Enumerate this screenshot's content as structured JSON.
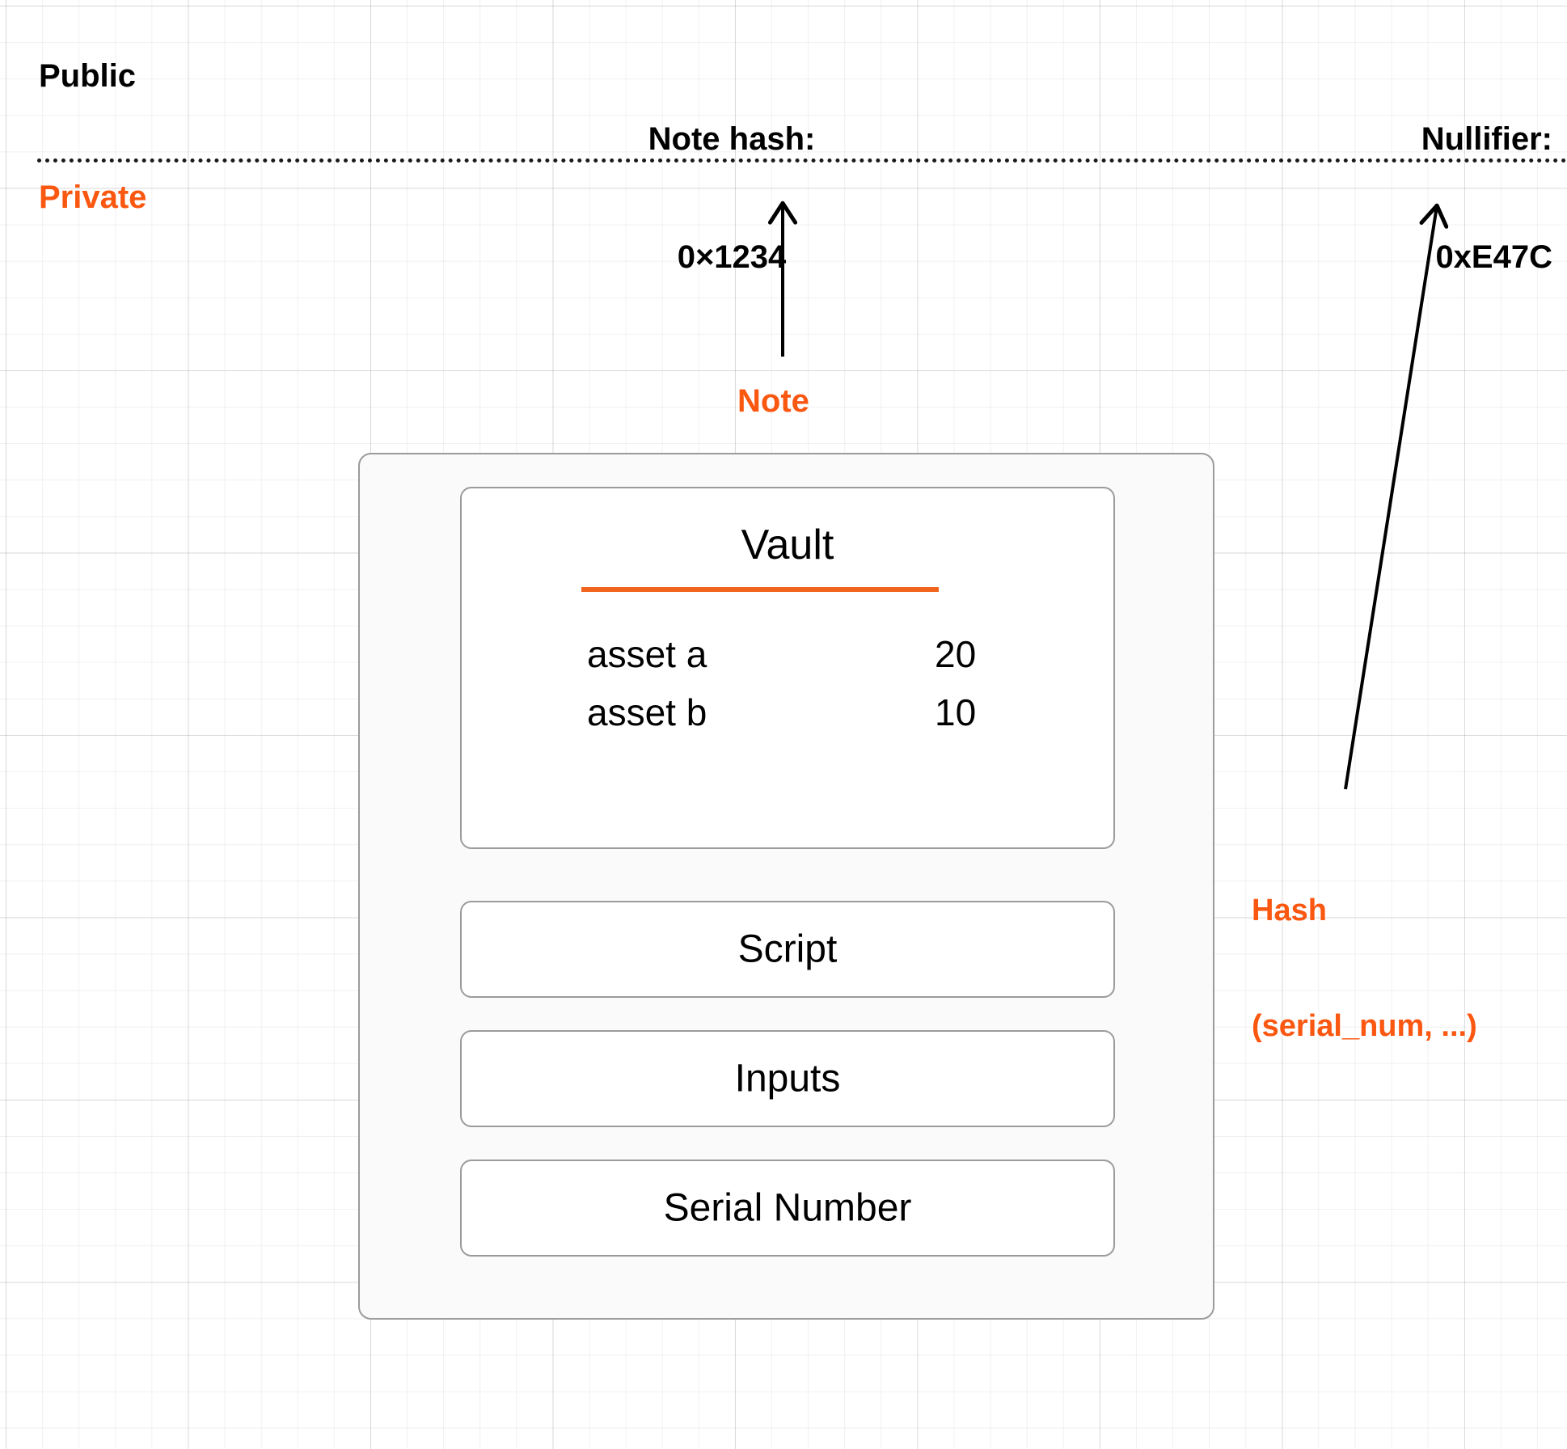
{
  "diagram": {
    "title": "Note structure: public note hash and nullifier over a private note",
    "accent_color": "#FA5711",
    "regions": {
      "public_label": "Public",
      "private_label": "Private"
    },
    "public_outputs": {
      "note_hash": {
        "caption": "Note hash:",
        "value": "0×1234"
      },
      "nullifier": {
        "caption": "Nullifier:",
        "value": "0xE47C"
      }
    },
    "annotations": {
      "note": "Note",
      "hash_line1": "Hash",
      "hash_line2": "(serial_num, ...)"
    },
    "note": {
      "vault": {
        "title": "Vault",
        "assets": [
          {
            "name": "asset a",
            "amount": "20"
          },
          {
            "name": "asset b",
            "amount": "10"
          }
        ]
      },
      "sections": [
        {
          "label": "Script"
        },
        {
          "label": "Inputs"
        },
        {
          "label": "Serial Number"
        }
      ]
    }
  }
}
